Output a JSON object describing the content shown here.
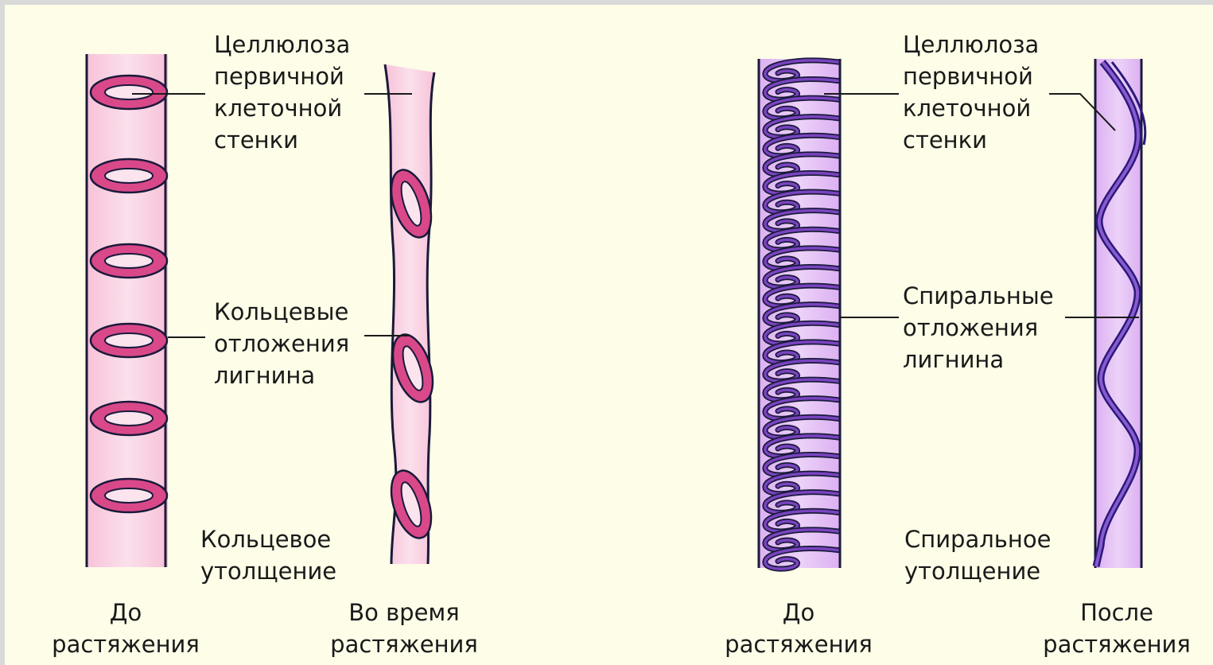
{
  "left": {
    "cellulose": [
      "Целлюлоза",
      "первичной",
      "клеточной",
      "стенки"
    ],
    "deposits": [
      "Кольцевые",
      "отложения",
      "лигнина"
    ],
    "thickening": [
      "Кольцевое",
      "утолщение"
    ],
    "caption_before": [
      "До",
      "растяжения"
    ],
    "caption_during": [
      "Во время",
      "растяжения"
    ]
  },
  "right": {
    "cellulose": [
      "Целлюлоза",
      "первичной",
      "клеточной",
      "стенки"
    ],
    "deposits": [
      "Спиральные",
      "отложения",
      "лигнина"
    ],
    "thickening": [
      "Спиральное",
      "утолщение"
    ],
    "caption_before": [
      "До",
      "растяжения"
    ],
    "caption_after": [
      "После",
      "растяжения"
    ]
  },
  "colors": {
    "background": "#fefde8",
    "annular_fill": "#f7c8dc",
    "ring": "#d9498a",
    "spiral_fill": "#d8a6f0",
    "spiral": "#7a44c0",
    "outline": "#1a1a3a"
  }
}
